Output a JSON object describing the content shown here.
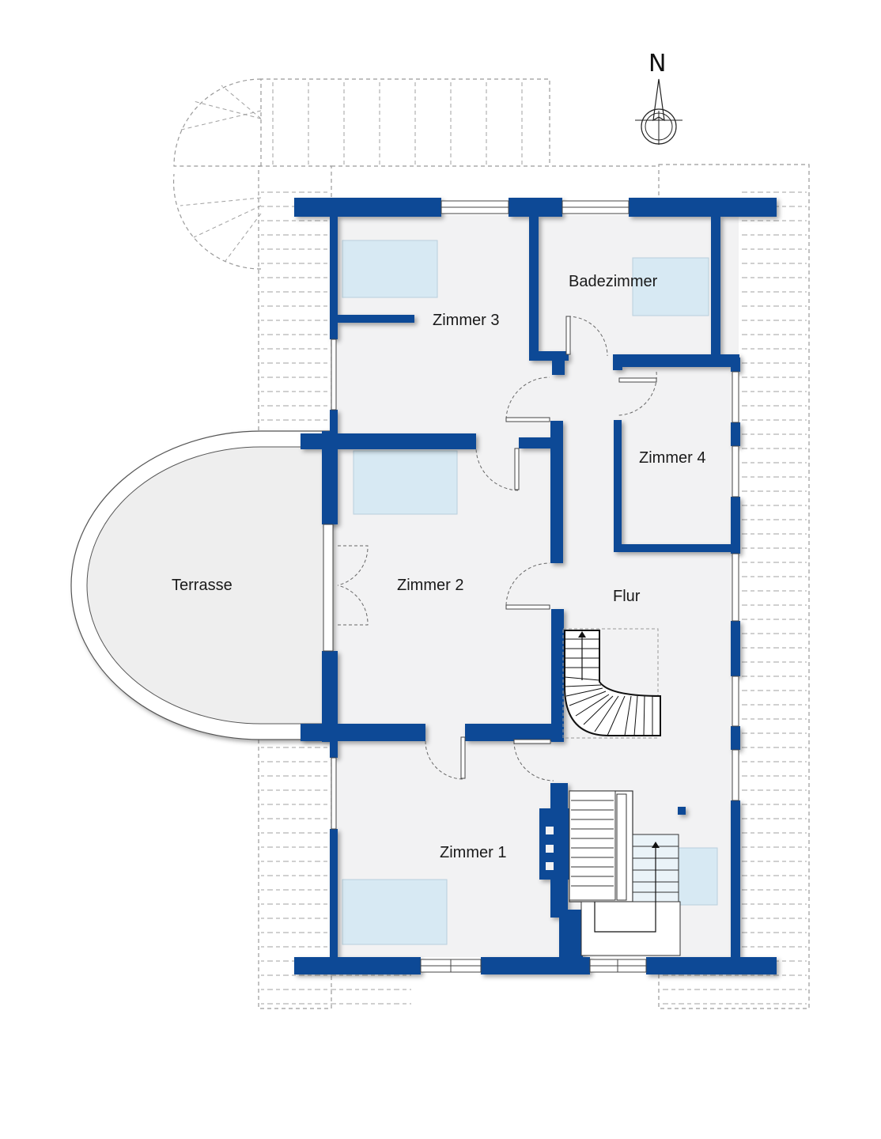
{
  "compass": {
    "label": "N"
  },
  "rooms": {
    "badezimmer": "Badezimmer",
    "zimmer3": "Zimmer 3",
    "zimmer4": "Zimmer 4",
    "zimmer2": "Zimmer 2",
    "terrasse": "Terrasse",
    "flur": "Flur",
    "zimmer1": "Zimmer 1"
  },
  "colors": {
    "wall": "#0a4a96",
    "floor": "#f2f2f3",
    "furniture": "#d7e9f3",
    "dashed": "#9a9a9a",
    "terrace": "#eeeeee"
  }
}
